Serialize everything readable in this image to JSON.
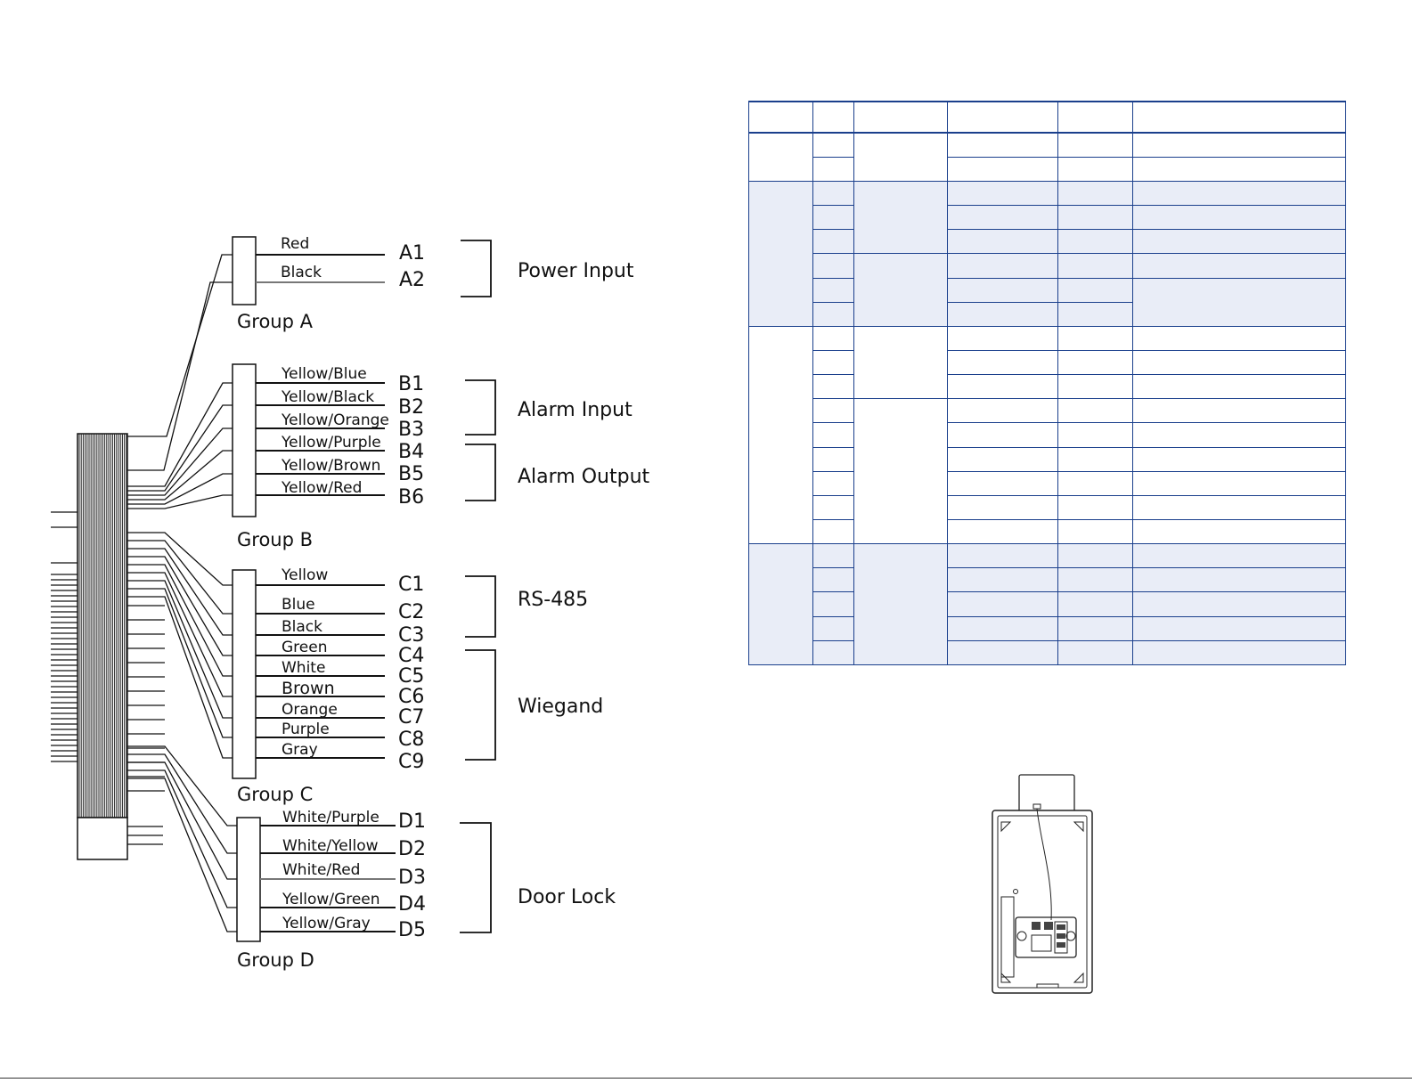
{
  "diagram": {
    "groups": [
      {
        "label": "Group A",
        "function_labels": [
          "Power Input"
        ],
        "wires": [
          {
            "color": "Red",
            "pin": "A1"
          },
          {
            "color": "Black",
            "pin": "A2"
          }
        ]
      },
      {
        "label": "Group B",
        "function_labels": [
          "Alarm Input",
          "Alarm Output"
        ],
        "wires": [
          {
            "color": "Yellow/Blue",
            "pin": "B1"
          },
          {
            "color": "Yellow/Black",
            "pin": "B2"
          },
          {
            "color": "Yellow/Orange",
            "pin": "B3"
          },
          {
            "color": "Yellow/Purple",
            "pin": "B4"
          },
          {
            "color": "Yellow/Brown",
            "pin": "B5"
          },
          {
            "color": "Yellow/Red",
            "pin": "B6"
          }
        ]
      },
      {
        "label": "Group C",
        "function_labels": [
          "RS-485",
          "Wiegand"
        ],
        "wires": [
          {
            "color": "Yellow",
            "pin": "C1"
          },
          {
            "color": "Blue",
            "pin": "C2"
          },
          {
            "color": "Black",
            "pin": "C3"
          },
          {
            "color": "Green",
            "pin": "C4"
          },
          {
            "color": "White",
            "pin": "C5"
          },
          {
            "color": "Brown",
            "pin": "C6"
          },
          {
            "color": "Orange",
            "pin": "C7"
          },
          {
            "color": "Purple",
            "pin": "C8"
          },
          {
            "color": "Gray",
            "pin": "C9"
          }
        ]
      },
      {
        "label": "Group D",
        "function_labels": [
          "Door Lock"
        ],
        "wires": [
          {
            "color": "White/Purple",
            "pin": "D1"
          },
          {
            "color": "White/Yellow",
            "pin": "D2"
          },
          {
            "color": "White/Red",
            "pin": "D3"
          },
          {
            "color": "Yellow/Green",
            "pin": "D4"
          },
          {
            "color": "Yellow/Gray",
            "pin": "D5"
          }
        ]
      }
    ]
  },
  "colors": {
    "table_border": "#1a3f8c",
    "table_shade": "#e9edf7",
    "line": "#111111"
  }
}
